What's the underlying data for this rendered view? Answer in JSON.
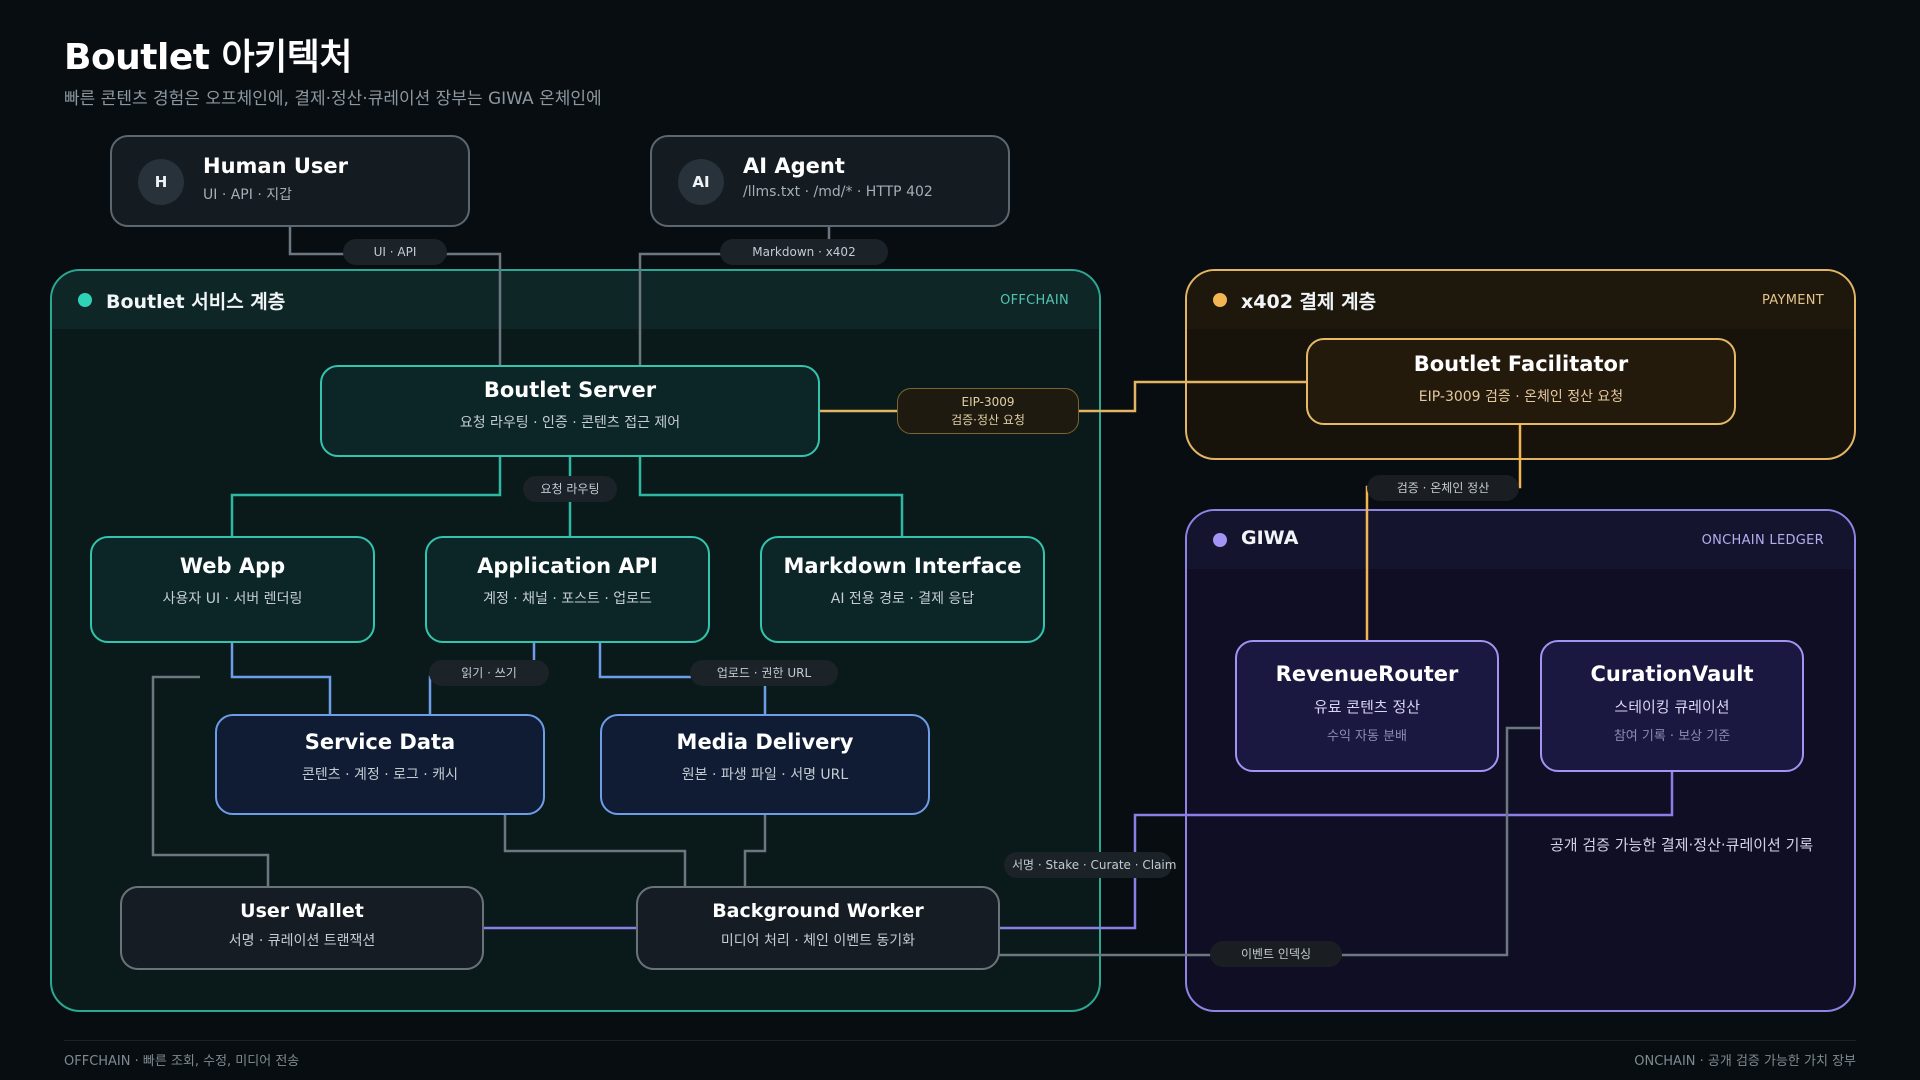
{
  "header": {
    "title": "Boutlet 아키텍처",
    "subtitle": "빠른 콘텐츠 경험은 오프체인에, 결제·정산·큐레이션 장부는 GIWA 온체인에"
  },
  "zones": {
    "offchain": {
      "title": "Boutlet 서비스 계층",
      "tag": "OFFCHAIN",
      "color": "#2ed3b7"
    },
    "payment": {
      "title": "x402 결제 계층",
      "tag": "PAYMENT",
      "color": "#f3b454"
    },
    "giwa": {
      "title": "GIWA",
      "tag": "ONCHAIN LEDGER",
      "color": "#a393f6"
    }
  },
  "nodes": {
    "human_user": {
      "avatar": "H",
      "title": "Human User",
      "sub": "UI · API · 지갑"
    },
    "ai_agent": {
      "avatar": "AI",
      "title": "AI Agent",
      "sub": "/llms.txt · /md/* · HTTP 402"
    },
    "boutlet_server": {
      "title": "Boutlet Server",
      "sub": "요청 라우팅 · 인증 · 콘텐츠 접근 제어"
    },
    "web_app": {
      "title": "Web App",
      "sub": "사용자 UI · 서버 렌더링"
    },
    "application_api": {
      "title": "Application API",
      "sub": "계정 · 채널 · 포스트 · 업로드"
    },
    "markdown_interface": {
      "title": "Markdown Interface",
      "sub": "AI 전용 경로 · 결제 응답"
    },
    "service_data": {
      "title": "Service Data",
      "sub": "콘텐츠 · 계정 · 로그 · 캐시"
    },
    "media_delivery": {
      "title": "Media Delivery",
      "sub": "원본 · 파생 파일 · 서명 URL"
    },
    "user_wallet": {
      "title": "User Wallet",
      "sub": "서명 · 큐레이션 트랜잭션"
    },
    "background_worker": {
      "title": "Background Worker",
      "sub": "미디어 처리 · 체인 이벤트 동기화"
    },
    "facilitator": {
      "title": "Boutlet Facilitator",
      "sub": "EIP-3009 검증 · 온체인 정산 요청"
    },
    "revenue_router": {
      "title": "RevenueRouter",
      "sub": "유료 콘텐츠 정산",
      "sub2": "수익 자동 분배"
    },
    "curation_vault": {
      "title": "CurationVault",
      "sub": "스테이킹 큐레이션",
      "sub2": "참여 기록 · 보상 기준"
    }
  },
  "edges": {
    "ui_api": "UI · API",
    "markdown_x402": "Markdown · x402",
    "request_routing": "요청 라우팅",
    "eip3009_line1": "EIP-3009",
    "eip3009_line2": "검증·정산 요청",
    "verify_settle": "검증 · 온체인 정산",
    "read_write": "읽기 · 쓰기",
    "upload_url": "업로드 · 권한 URL",
    "sign_stake": "서명 · Stake · Curate · Claim",
    "event_indexing": "이벤트 인덱싱"
  },
  "notes": {
    "giwa_note": "공개 검증 가능한 결제·정산·큐레이션 기록"
  },
  "footer": {
    "left": "OFFCHAIN · 빠른 조회, 수정, 미디어 전송",
    "right": "ONCHAIN · 공개 검증 가능한 가치 장부"
  },
  "colors": {
    "background": "#080d11",
    "offchain_accent": "#2ed3b7",
    "payment_accent": "#f3b454",
    "onchain_accent": "#a393f6",
    "connector_gray": "#6d7780",
    "connector_blue": "#6d9de8"
  }
}
